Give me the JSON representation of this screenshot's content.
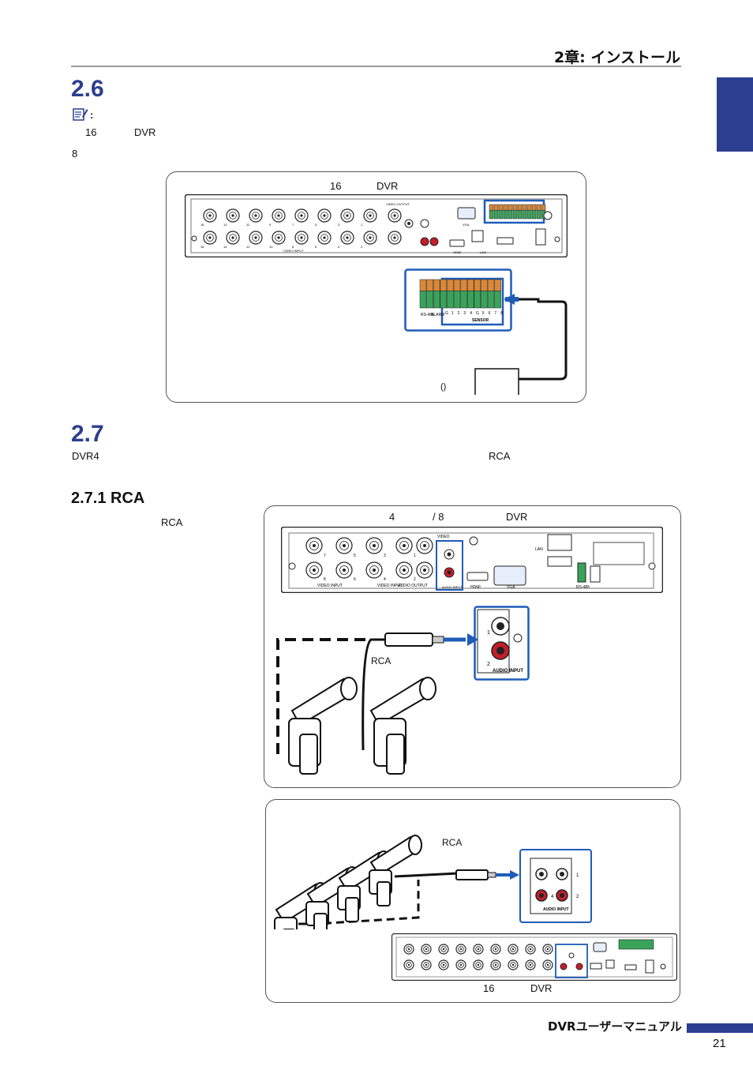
{
  "header": {
    "chapter": "2章: インストール"
  },
  "s26": {
    "heading": "2.6",
    "note_colon": ":",
    "line1_a": "16",
    "line1_b": "DVR",
    "line2": "8",
    "fig_caption_a": "16",
    "fig_caption_b": "DVR",
    "sensor_label": "()"
  },
  "s27": {
    "heading": "2.7",
    "intro_a": "DVR4",
    "intro_b": "RCA"
  },
  "s271": {
    "heading": "2.7.1 RCA",
    "side_text": "RCA",
    "fig_caption_a": "4",
    "fig_caption_b": "/ 8",
    "fig_caption_c": "DVR",
    "cable_label": "RCA"
  },
  "fig3": {
    "cable_label": "RCA",
    "caption_a": "16",
    "caption_b": "DVR"
  },
  "dvr_labels": {
    "video_output": "VIDEO OUTPUT",
    "video_input": "VIDEO INPUT",
    "audio_output": "AUDIO OUTPUT",
    "audio_input": "AUDIO INPUT",
    "vga": "VGA",
    "hdmi": "HDMI",
    "lan": "LAN",
    "sensor": "SENSOR",
    "rs485": "RS-485",
    "alarm": "ALARM",
    "video": "VIDEO",
    "sensor_nums": [
      "G",
      "1",
      "2",
      "3",
      "4",
      "G",
      "5",
      "6",
      "7",
      "8"
    ],
    "ch16_top": [
      "16",
      "13",
      "11",
      "9",
      "7",
      "5",
      "3",
      "1"
    ],
    "ch16_bot": [
      "16",
      "14",
      "12",
      "10",
      "8",
      "6",
      "4",
      "2"
    ],
    "ch8_top": [
      "7",
      "5",
      "3",
      "1"
    ],
    "ch8_bot": [
      "8",
      "6",
      "4",
      "2"
    ],
    "ch_1": "1",
    "ch_2": "2",
    "ch_4": "4"
  },
  "footer": {
    "manual": "DVRユーザーマニュアル",
    "page": "21"
  },
  "colors": {
    "accent": "#2c3e8f",
    "highlight": "#1f5cb8",
    "terminal": "#3aa35a",
    "rca_red": "#c41e2a"
  }
}
